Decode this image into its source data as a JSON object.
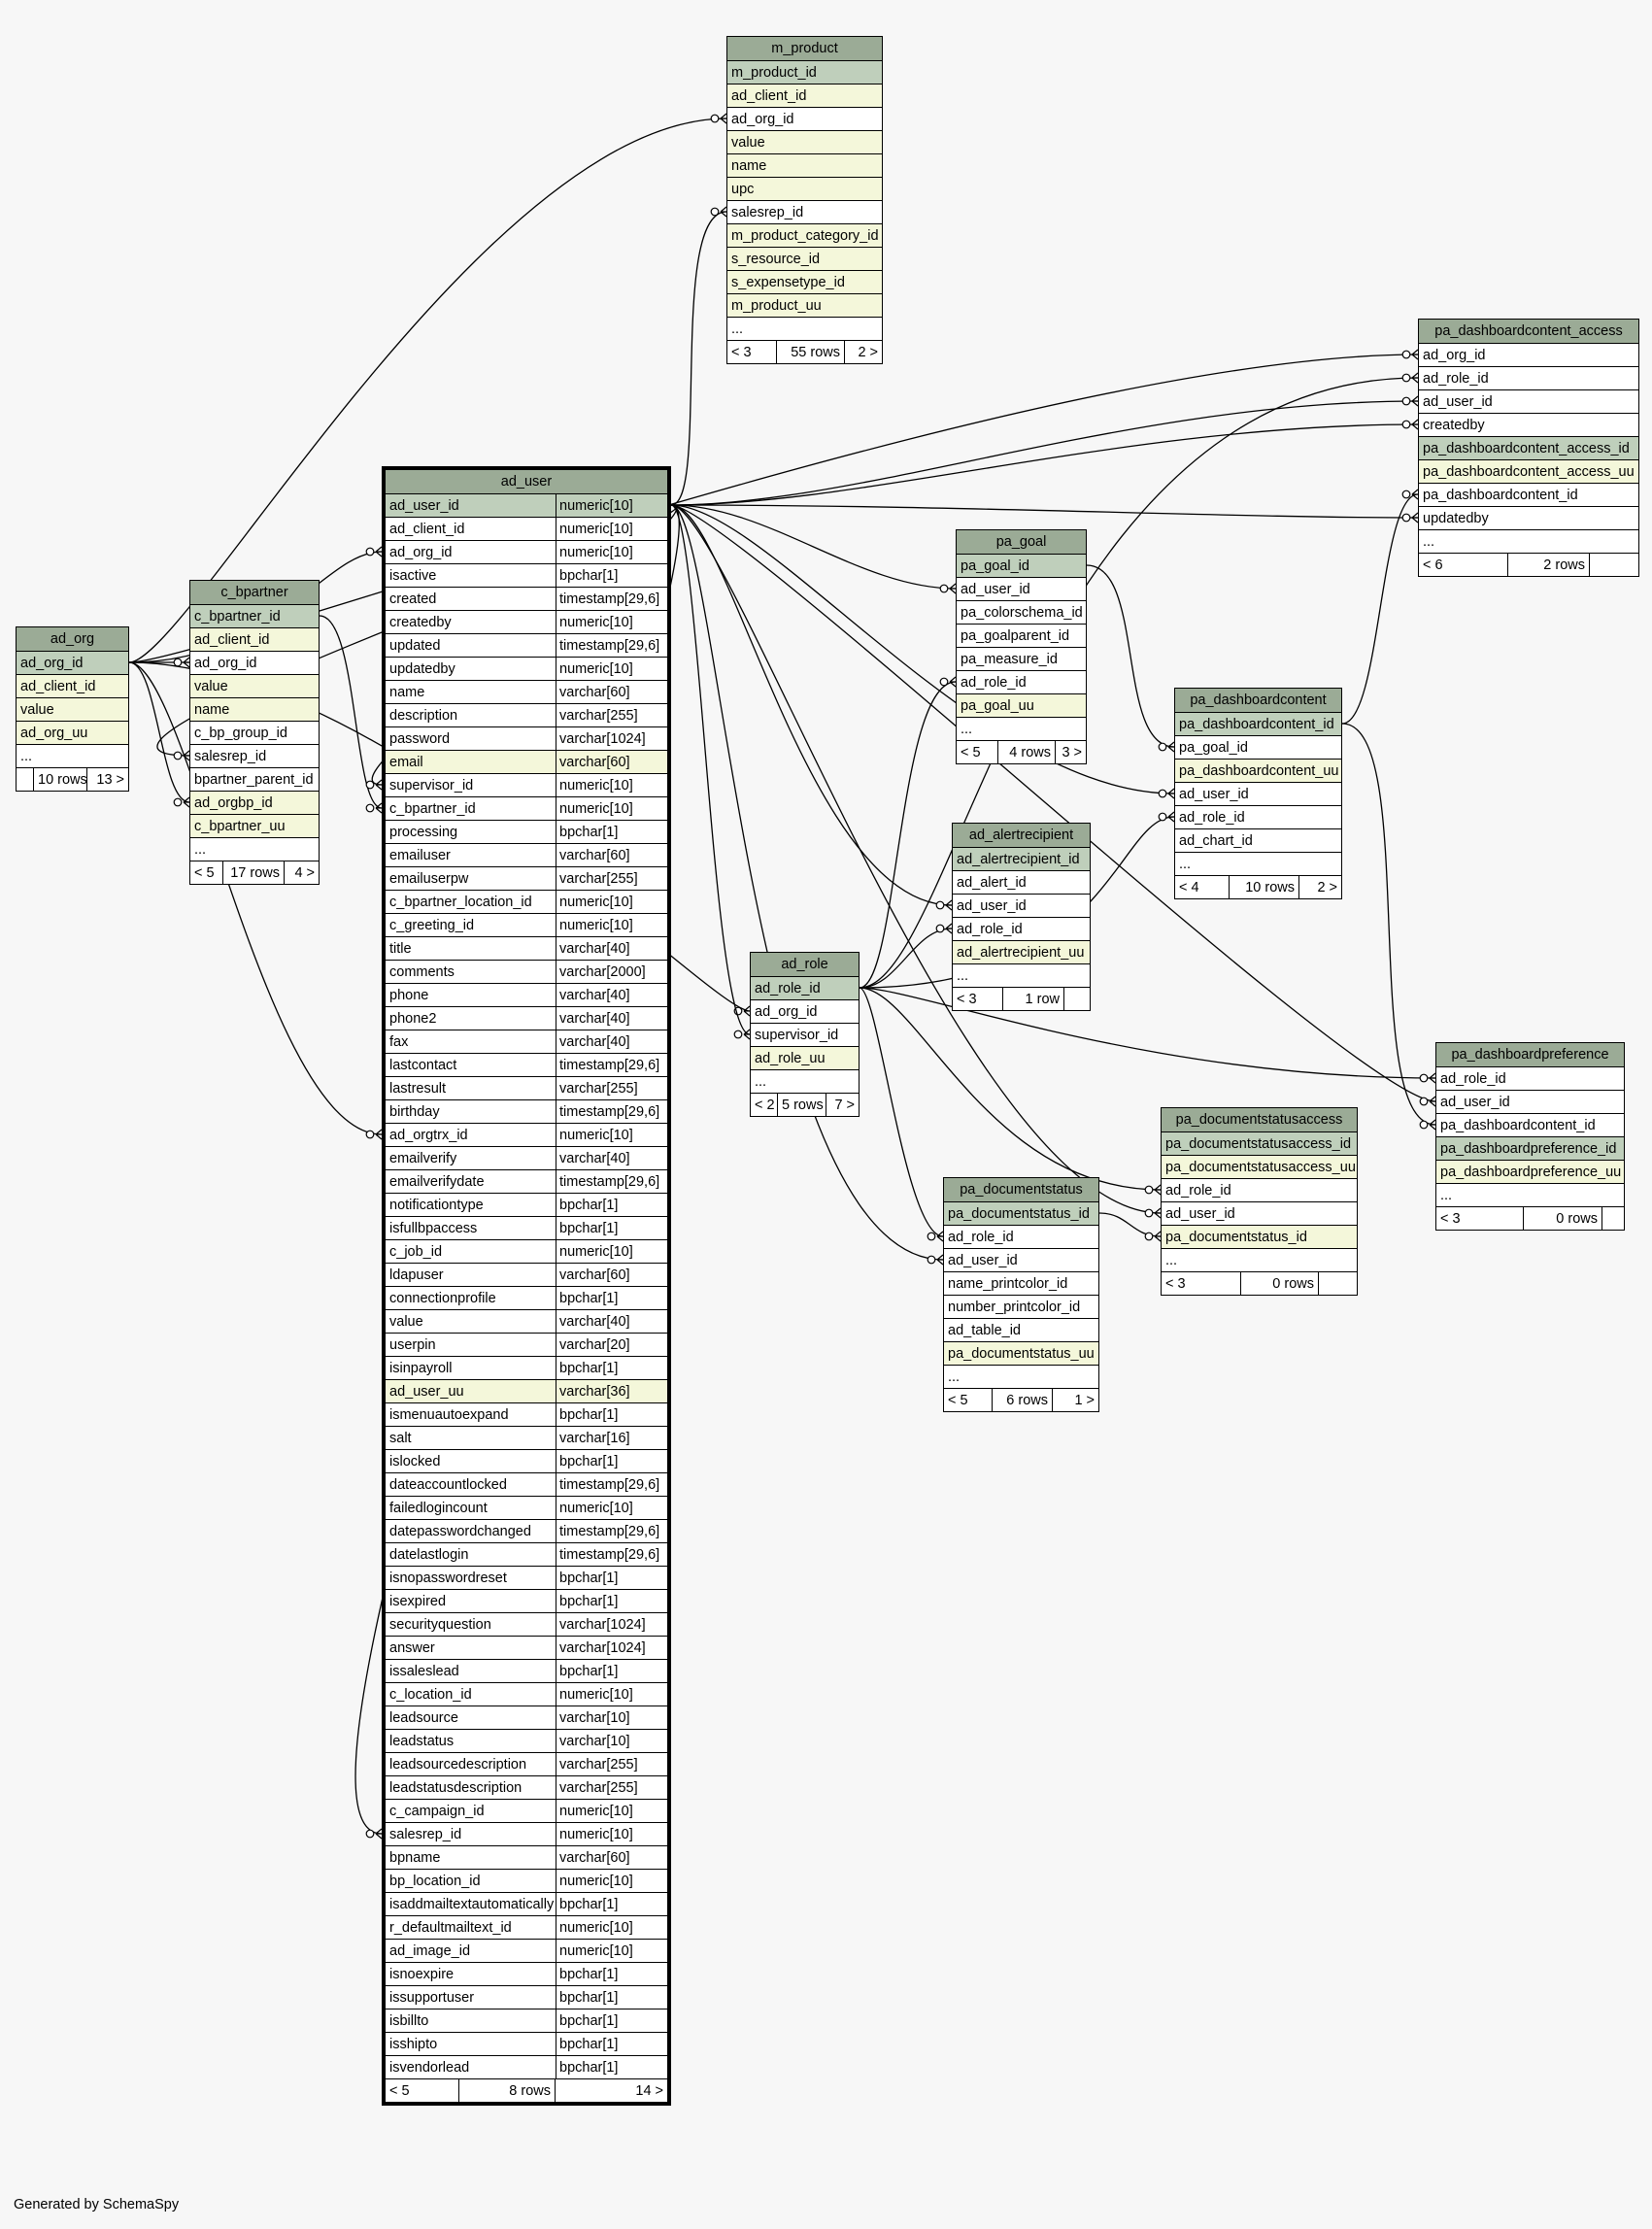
{
  "footer_text": "Generated by SchemaSpy",
  "colors": {
    "header": "#9bab96",
    "primary_key": "#bfcfbb",
    "indexed": "#f4f7da",
    "background": "#f7f7f7"
  },
  "tables": {
    "m_product": {
      "name": "m_product",
      "columns": [
        {
          "name": "m_product_id",
          "kind": "pk"
        },
        {
          "name": "ad_client_id",
          "kind": "ix"
        },
        {
          "name": "ad_org_id",
          "kind": "nm"
        },
        {
          "name": "value",
          "kind": "ix"
        },
        {
          "name": "name",
          "kind": "ix"
        },
        {
          "name": "upc",
          "kind": "ix"
        },
        {
          "name": "salesrep_id",
          "kind": "nm"
        },
        {
          "name": "m_product_category_id",
          "kind": "ix"
        },
        {
          "name": "s_resource_id",
          "kind": "ix"
        },
        {
          "name": "s_expensetype_id",
          "kind": "ix"
        },
        {
          "name": "m_product_uu",
          "kind": "ix"
        },
        {
          "name": "...",
          "kind": "nm"
        }
      ],
      "footer": {
        "left": "< 3",
        "rows": "55 rows",
        "right": "2 >"
      }
    },
    "pa_dashboardcontent_access": {
      "name": "pa_dashboardcontent_access",
      "columns": [
        {
          "name": "ad_org_id",
          "kind": "nm"
        },
        {
          "name": "ad_role_id",
          "kind": "nm"
        },
        {
          "name": "ad_user_id",
          "kind": "nm"
        },
        {
          "name": "createdby",
          "kind": "nm"
        },
        {
          "name": "pa_dashboardcontent_access_id",
          "kind": "pk"
        },
        {
          "name": "pa_dashboardcontent_access_uu",
          "kind": "ix"
        },
        {
          "name": "pa_dashboardcontent_id",
          "kind": "nm"
        },
        {
          "name": "updatedby",
          "kind": "nm"
        },
        {
          "name": "...",
          "kind": "nm"
        }
      ],
      "footer": {
        "left": "< 6",
        "rows": "2 rows",
        "right": ""
      }
    },
    "ad_org": {
      "name": "ad_org",
      "columns": [
        {
          "name": "ad_org_id",
          "kind": "pk"
        },
        {
          "name": "ad_client_id",
          "kind": "ix"
        },
        {
          "name": "value",
          "kind": "ix"
        },
        {
          "name": "ad_org_uu",
          "kind": "ix"
        },
        {
          "name": "...",
          "kind": "nm"
        }
      ],
      "footer": {
        "left": "",
        "rows": "10 rows",
        "right": "13 >"
      }
    },
    "c_bpartner": {
      "name": "c_bpartner",
      "columns": [
        {
          "name": "c_bpartner_id",
          "kind": "pk"
        },
        {
          "name": "ad_client_id",
          "kind": "ix"
        },
        {
          "name": "ad_org_id",
          "kind": "nm"
        },
        {
          "name": "value",
          "kind": "ix"
        },
        {
          "name": "name",
          "kind": "ix"
        },
        {
          "name": "c_bp_group_id",
          "kind": "nm"
        },
        {
          "name": "salesrep_id",
          "kind": "nm"
        },
        {
          "name": "bpartner_parent_id",
          "kind": "nm"
        },
        {
          "name": "ad_orgbp_id",
          "kind": "ix"
        },
        {
          "name": "c_bpartner_uu",
          "kind": "ix"
        },
        {
          "name": "...",
          "kind": "nm"
        }
      ],
      "footer": {
        "left": "< 5",
        "rows": "17 rows",
        "right": "4 >"
      }
    },
    "ad_user": {
      "name": "ad_user",
      "columns": [
        {
          "name": "ad_user_id",
          "type": "numeric[10]",
          "kind": "pk"
        },
        {
          "name": "ad_client_id",
          "type": "numeric[10]",
          "kind": "nm"
        },
        {
          "name": "ad_org_id",
          "type": "numeric[10]",
          "kind": "nm"
        },
        {
          "name": "isactive",
          "type": "bpchar[1]",
          "kind": "nm"
        },
        {
          "name": "created",
          "type": "timestamp[29,6]",
          "kind": "nm"
        },
        {
          "name": "createdby",
          "type": "numeric[10]",
          "kind": "nm"
        },
        {
          "name": "updated",
          "type": "timestamp[29,6]",
          "kind": "nm"
        },
        {
          "name": "updatedby",
          "type": "numeric[10]",
          "kind": "nm"
        },
        {
          "name": "name",
          "type": "varchar[60]",
          "kind": "nm"
        },
        {
          "name": "description",
          "type": "varchar[255]",
          "kind": "nm"
        },
        {
          "name": "password",
          "type": "varchar[1024]",
          "kind": "nm"
        },
        {
          "name": "email",
          "type": "varchar[60]",
          "kind": "ix"
        },
        {
          "name": "supervisor_id",
          "type": "numeric[10]",
          "kind": "nm"
        },
        {
          "name": "c_bpartner_id",
          "type": "numeric[10]",
          "kind": "nm"
        },
        {
          "name": "processing",
          "type": "bpchar[1]",
          "kind": "nm"
        },
        {
          "name": "emailuser",
          "type": "varchar[60]",
          "kind": "nm"
        },
        {
          "name": "emailuserpw",
          "type": "varchar[255]",
          "kind": "nm"
        },
        {
          "name": "c_bpartner_location_id",
          "type": "numeric[10]",
          "kind": "nm"
        },
        {
          "name": "c_greeting_id",
          "type": "numeric[10]",
          "kind": "nm"
        },
        {
          "name": "title",
          "type": "varchar[40]",
          "kind": "nm"
        },
        {
          "name": "comments",
          "type": "varchar[2000]",
          "kind": "nm"
        },
        {
          "name": "phone",
          "type": "varchar[40]",
          "kind": "nm"
        },
        {
          "name": "phone2",
          "type": "varchar[40]",
          "kind": "nm"
        },
        {
          "name": "fax",
          "type": "varchar[40]",
          "kind": "nm"
        },
        {
          "name": "lastcontact",
          "type": "timestamp[29,6]",
          "kind": "nm"
        },
        {
          "name": "lastresult",
          "type": "varchar[255]",
          "kind": "nm"
        },
        {
          "name": "birthday",
          "type": "timestamp[29,6]",
          "kind": "nm"
        },
        {
          "name": "ad_orgtrx_id",
          "type": "numeric[10]",
          "kind": "nm"
        },
        {
          "name": "emailverify",
          "type": "varchar[40]",
          "kind": "nm"
        },
        {
          "name": "emailverifydate",
          "type": "timestamp[29,6]",
          "kind": "nm"
        },
        {
          "name": "notificationtype",
          "type": "bpchar[1]",
          "kind": "nm"
        },
        {
          "name": "isfullbpaccess",
          "type": "bpchar[1]",
          "kind": "nm"
        },
        {
          "name": "c_job_id",
          "type": "numeric[10]",
          "kind": "nm"
        },
        {
          "name": "ldapuser",
          "type": "varchar[60]",
          "kind": "nm"
        },
        {
          "name": "connectionprofile",
          "type": "bpchar[1]",
          "kind": "nm"
        },
        {
          "name": "value",
          "type": "varchar[40]",
          "kind": "nm"
        },
        {
          "name": "userpin",
          "type": "varchar[20]",
          "kind": "nm"
        },
        {
          "name": "isinpayroll",
          "type": "bpchar[1]",
          "kind": "nm"
        },
        {
          "name": "ad_user_uu",
          "type": "varchar[36]",
          "kind": "ix"
        },
        {
          "name": "ismenuautoexpand",
          "type": "bpchar[1]",
          "kind": "nm"
        },
        {
          "name": "salt",
          "type": "varchar[16]",
          "kind": "nm"
        },
        {
          "name": "islocked",
          "type": "bpchar[1]",
          "kind": "nm"
        },
        {
          "name": "dateaccountlocked",
          "type": "timestamp[29,6]",
          "kind": "nm"
        },
        {
          "name": "failedlogincount",
          "type": "numeric[10]",
          "kind": "nm"
        },
        {
          "name": "datepasswordchanged",
          "type": "timestamp[29,6]",
          "kind": "nm"
        },
        {
          "name": "datelastlogin",
          "type": "timestamp[29,6]",
          "kind": "nm"
        },
        {
          "name": "isnopasswordreset",
          "type": "bpchar[1]",
          "kind": "nm"
        },
        {
          "name": "isexpired",
          "type": "bpchar[1]",
          "kind": "nm"
        },
        {
          "name": "securityquestion",
          "type": "varchar[1024]",
          "kind": "nm"
        },
        {
          "name": "answer",
          "type": "varchar[1024]",
          "kind": "nm"
        },
        {
          "name": "issaleslead",
          "type": "bpchar[1]",
          "kind": "nm"
        },
        {
          "name": "c_location_id",
          "type": "numeric[10]",
          "kind": "nm"
        },
        {
          "name": "leadsource",
          "type": "varchar[10]",
          "kind": "nm"
        },
        {
          "name": "leadstatus",
          "type": "varchar[10]",
          "kind": "nm"
        },
        {
          "name": "leadsourcedescription",
          "type": "varchar[255]",
          "kind": "nm"
        },
        {
          "name": "leadstatusdescription",
          "type": "varchar[255]",
          "kind": "nm"
        },
        {
          "name": "c_campaign_id",
          "type": "numeric[10]",
          "kind": "nm"
        },
        {
          "name": "salesrep_id",
          "type": "numeric[10]",
          "kind": "nm"
        },
        {
          "name": "bpname",
          "type": "varchar[60]",
          "kind": "nm"
        },
        {
          "name": "bp_location_id",
          "type": "numeric[10]",
          "kind": "nm"
        },
        {
          "name": "isaddmailtextautomatically",
          "type": "bpchar[1]",
          "kind": "nm"
        },
        {
          "name": "r_defaultmailtext_id",
          "type": "numeric[10]",
          "kind": "nm"
        },
        {
          "name": "ad_image_id",
          "type": "numeric[10]",
          "kind": "nm"
        },
        {
          "name": "isnoexpire",
          "type": "bpchar[1]",
          "kind": "nm"
        },
        {
          "name": "issupportuser",
          "type": "bpchar[1]",
          "kind": "nm"
        },
        {
          "name": "isbillto",
          "type": "bpchar[1]",
          "kind": "nm"
        },
        {
          "name": "isshipto",
          "type": "bpchar[1]",
          "kind": "nm"
        },
        {
          "name": "isvendorlead",
          "type": "bpchar[1]",
          "kind": "nm"
        }
      ],
      "footer": {
        "left": "< 5",
        "rows": "8 rows",
        "right": "14 >"
      }
    },
    "pa_goal": {
      "name": "pa_goal",
      "columns": [
        {
          "name": "pa_goal_id",
          "kind": "pk"
        },
        {
          "name": "ad_user_id",
          "kind": "nm"
        },
        {
          "name": "pa_colorschema_id",
          "kind": "nm"
        },
        {
          "name": "pa_goalparent_id",
          "kind": "nm"
        },
        {
          "name": "pa_measure_id",
          "kind": "nm"
        },
        {
          "name": "ad_role_id",
          "kind": "nm"
        },
        {
          "name": "pa_goal_uu",
          "kind": "ix"
        },
        {
          "name": "...",
          "kind": "nm"
        }
      ],
      "footer": {
        "left": "< 5",
        "rows": "4 rows",
        "right": "3 >"
      }
    },
    "pa_dashboardcontent": {
      "name": "pa_dashboardcontent",
      "columns": [
        {
          "name": "pa_dashboardcontent_id",
          "kind": "pk"
        },
        {
          "name": "pa_goal_id",
          "kind": "nm"
        },
        {
          "name": "pa_dashboardcontent_uu",
          "kind": "ix"
        },
        {
          "name": "ad_user_id",
          "kind": "nm"
        },
        {
          "name": "ad_role_id",
          "kind": "nm"
        },
        {
          "name": "ad_chart_id",
          "kind": "nm"
        },
        {
          "name": "...",
          "kind": "nm"
        }
      ],
      "footer": {
        "left": "< 4",
        "rows": "10 rows",
        "right": "2 >"
      }
    },
    "ad_alertrecipient": {
      "name": "ad_alertrecipient",
      "columns": [
        {
          "name": "ad_alertrecipient_id",
          "kind": "pk"
        },
        {
          "name": "ad_alert_id",
          "kind": "nm"
        },
        {
          "name": "ad_user_id",
          "kind": "nm"
        },
        {
          "name": "ad_role_id",
          "kind": "nm"
        },
        {
          "name": "ad_alertrecipient_uu",
          "kind": "ix"
        },
        {
          "name": "...",
          "kind": "nm"
        }
      ],
      "footer": {
        "left": "< 3",
        "rows": "1 row",
        "right": ""
      }
    },
    "ad_role": {
      "name": "ad_role",
      "columns": [
        {
          "name": "ad_role_id",
          "kind": "pk"
        },
        {
          "name": "ad_org_id",
          "kind": "nm"
        },
        {
          "name": "supervisor_id",
          "kind": "nm"
        },
        {
          "name": "ad_role_uu",
          "kind": "ix"
        },
        {
          "name": "...",
          "kind": "nm"
        }
      ],
      "footer": {
        "left": "< 2",
        "rows": "5 rows",
        "right": "7 >"
      }
    },
    "pa_dashboardpreference": {
      "name": "pa_dashboardpreference",
      "columns": [
        {
          "name": "ad_role_id",
          "kind": "nm"
        },
        {
          "name": "ad_user_id",
          "kind": "nm"
        },
        {
          "name": "pa_dashboardcontent_id",
          "kind": "nm"
        },
        {
          "name": "pa_dashboardpreference_id",
          "kind": "pk"
        },
        {
          "name": "pa_dashboardpreference_uu",
          "kind": "ix"
        },
        {
          "name": "...",
          "kind": "nm"
        }
      ],
      "footer": {
        "left": "< 3",
        "rows": "0 rows",
        "right": ""
      }
    },
    "pa_documentstatusaccess": {
      "name": "pa_documentstatusaccess",
      "columns": [
        {
          "name": "pa_documentstatusaccess_id",
          "kind": "pk"
        },
        {
          "name": "pa_documentstatusaccess_uu",
          "kind": "ix"
        },
        {
          "name": "ad_role_id",
          "kind": "nm"
        },
        {
          "name": "ad_user_id",
          "kind": "nm"
        },
        {
          "name": "pa_documentstatus_id",
          "kind": "ix"
        },
        {
          "name": "...",
          "kind": "nm"
        }
      ],
      "footer": {
        "left": "< 3",
        "rows": "0 rows",
        "right": ""
      }
    },
    "pa_documentstatus": {
      "name": "pa_documentstatus",
      "columns": [
        {
          "name": "pa_documentstatus_id",
          "kind": "pk"
        },
        {
          "name": "ad_role_id",
          "kind": "nm"
        },
        {
          "name": "ad_user_id",
          "kind": "nm"
        },
        {
          "name": "name_printcolor_id",
          "kind": "nm"
        },
        {
          "name": "number_printcolor_id",
          "kind": "nm"
        },
        {
          "name": "ad_table_id",
          "kind": "nm"
        },
        {
          "name": "pa_documentstatus_uu",
          "kind": "ix"
        },
        {
          "name": "...",
          "kind": "nm"
        }
      ],
      "footer": {
        "left": "< 5",
        "rows": "6 rows",
        "right": "1 >"
      }
    }
  }
}
